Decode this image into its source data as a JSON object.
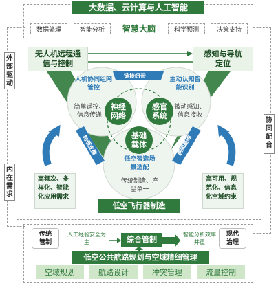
{
  "top": {
    "banner": "大数据、云计算与人工智能",
    "cells": [
      "数据处理",
      "智能分析",
      "科学预测",
      "决策支持"
    ],
    "center": "智慧大脑"
  },
  "left_side": {
    "external": "外部驱动",
    "internal": "内在需求"
  },
  "right_side": {
    "coop": "协同配合"
  },
  "corners": {
    "top_left": "无人机远程通信与控制",
    "top_right": "感知与导航定位",
    "bottom": "低空飞行器制造"
  },
  "center_diagram": {
    "neural": "神经网络",
    "sensory": "感官系统",
    "base": "基础载体",
    "left_title": "人机协同组网管控",
    "left_sub": "简单遥控、信息传递",
    "right_title": "主动认知智能识别",
    "right_sub": "被动感知、信息接收",
    "bottom_title": "低空智造场景适配",
    "bottom_sub": "传统制造、产品单一",
    "link_top": "链接纽带",
    "link_left": "物理支撑",
    "link_right": "感知基础"
  },
  "left_needs": "高频次、多样化、智能化应用需求",
  "right_needs": "高可用、规范化、信息化空域约束",
  "governance": {
    "traditional": "传统管制",
    "modern": "现代治理",
    "left_note": "人工经验安全为主",
    "center": "综合管制",
    "right_note": "智能分析效率并重"
  },
  "bottom": {
    "banner": "低空公共航路规划与空域精细管理",
    "cells": [
      "空域规划",
      "航路设计",
      "冲突管理",
      "流量控制"
    ]
  },
  "colors": {
    "green": "#2f7a3c",
    "blue": "#2e7bb8",
    "light_green": "#cfe6c9"
  }
}
